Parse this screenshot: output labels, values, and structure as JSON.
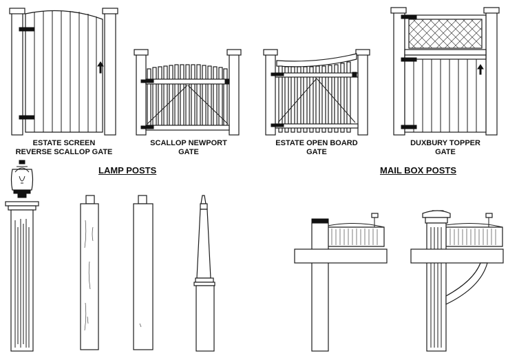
{
  "gates": [
    {
      "line1": "ESTATE SCREEN",
      "line2": "REVERSE SCALLOP GATE"
    },
    {
      "line1": "SCALLOP NEWPORT",
      "line2": "GATE"
    },
    {
      "line1": "ESTATE OPEN BOARD",
      "line2": "GATE"
    },
    {
      "line1": "DUXBURY TOPPER",
      "line2": "GATE"
    }
  ],
  "sections": {
    "lamp_posts": "LAMP POSTS",
    "mail_box_posts": "MAIL BOX POSTS"
  }
}
